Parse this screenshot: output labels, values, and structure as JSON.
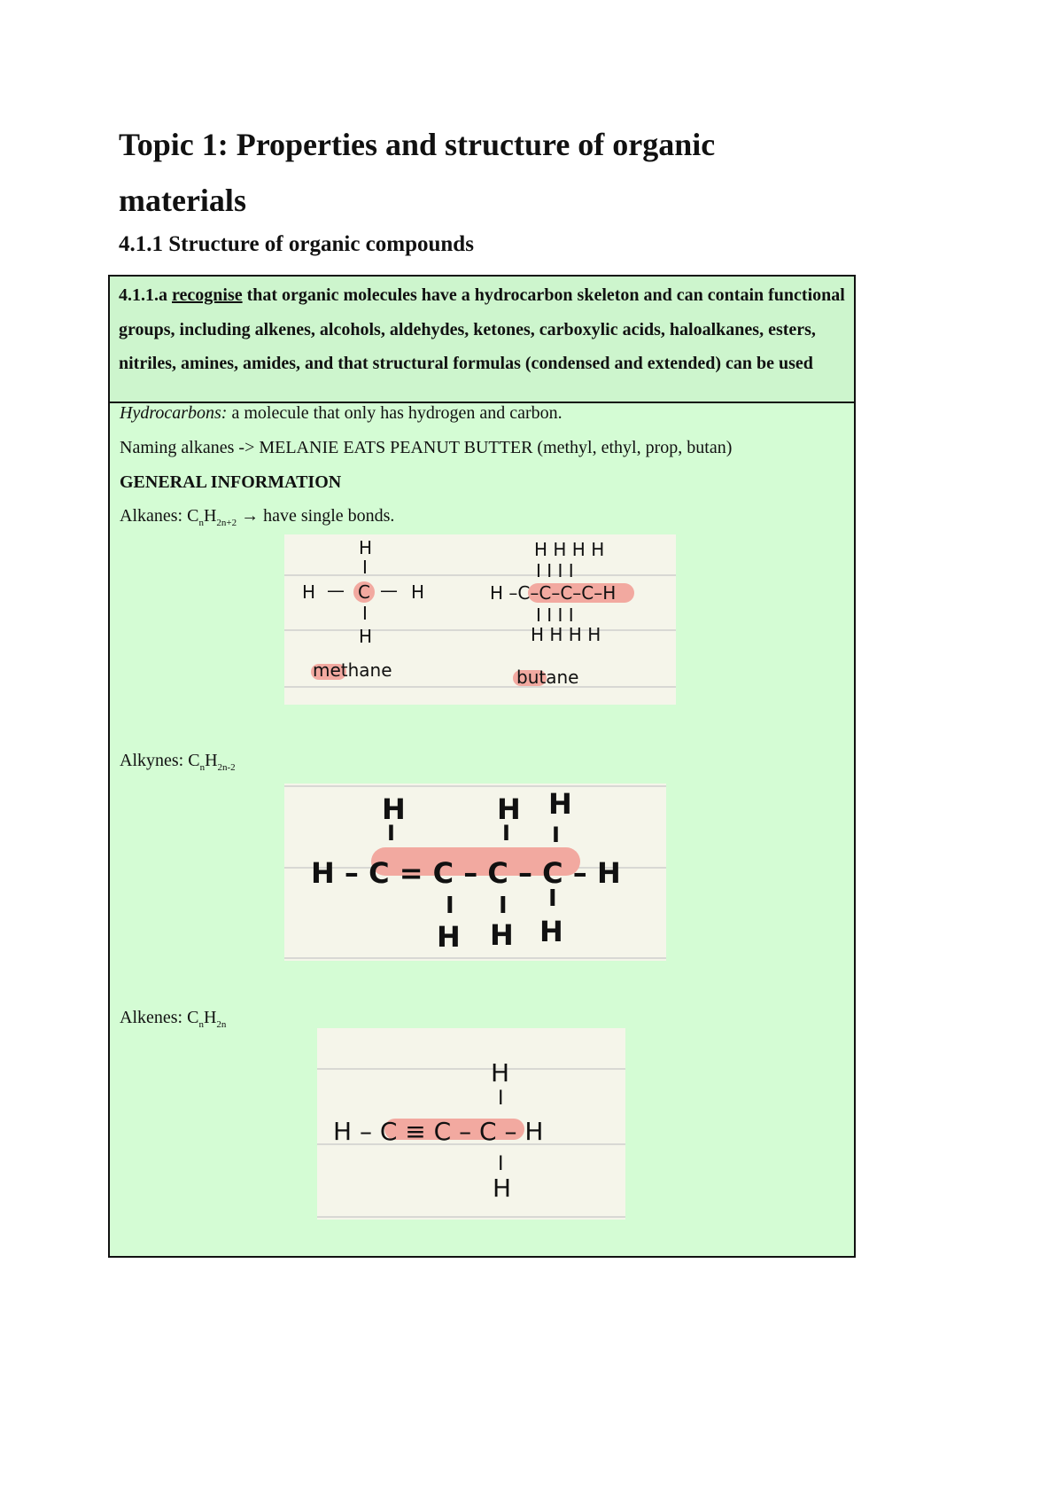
{
  "title": "Topic 1: Properties and structure of organic materials",
  "section_heading": "4.1.1 Structure of organic compounds",
  "objective": {
    "code": "4.1.1.a",
    "keyword": "recognise",
    "text": "that organic molecules have a hydrocarbon skeleton and can contain functional groups, including alkenes, alcohols, aldehydes, ketones, carboxylic acids, haloalkanes, esters, nitriles, amines, amides, and that structural formulas (condensed and extended) can be used"
  },
  "body": {
    "hydrocarbons_term": "Hydrocarbons:",
    "hydrocarbons_def": "a molecule that only has hydrogen and carbon.",
    "naming": "Naming alkanes -> MELANIE EATS PEANUT BUTTER (methyl, ethyl, prop, butan)",
    "general_info": "GENERAL INFORMATION",
    "alkanes_label": "Alkanes: C",
    "alkanes_sub_n": "n",
    "alkanes_h": "H",
    "alkanes_sub": "2n+2",
    "alkanes_note": " → have single bonds.",
    "alkynes_label": "Alkynes: C",
    "alkynes_sub": "2n-2",
    "alkenes_label": "Alkenes: C",
    "alkenes_sub": "2n"
  },
  "figures": {
    "methane_label": "methane",
    "butane_label": "butane"
  },
  "colors": {
    "table_bg": "#d4fcd4",
    "header_bg": "#cdf5cd",
    "highlight": "#f2a9a0",
    "paper": "#f5f5ea"
  }
}
